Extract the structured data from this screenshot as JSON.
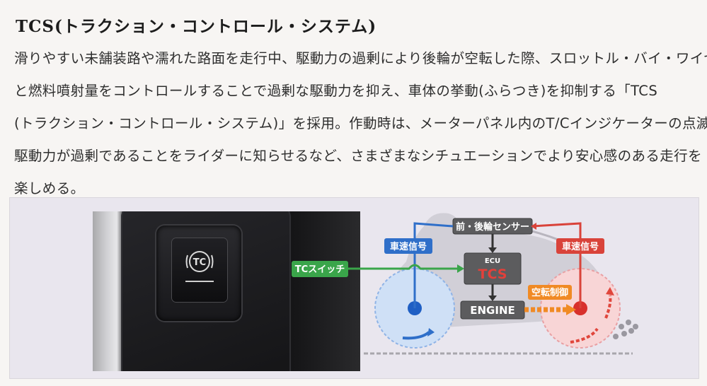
{
  "title": "TCS(トラクション・コントロール・システム)",
  "paragraph_lines": [
    "滑りやすい未舗装路や濡れた路面を走行中、駆動力の過剰により後輪が空転した際、スロットル・バイ・ワイヤ",
    "と燃料噴射量をコントロールすることで過剰な駆動力を抑え、車体の挙動(ふらつき)を抑制する「TCS",
    "(トラクション・コントロール・システム)」を採用。作動時は、メーターパネル内のT/Cインジケーターの点滅で",
    "駆動力が過剰であることをライダーに知らせるなど、さまざまなシチュエーションでより安心感のある走行を",
    "楽しめる。"
  ],
  "photo": {
    "button_label": "TC"
  },
  "diagram": {
    "sensor_label": "前・後輪センサー",
    "front_speed_label": "車速信号",
    "rear_speed_label": "車速信号",
    "switch_label": "TCスイッチ",
    "ecu_small_label": "ECU",
    "ecu_main_label": "TCS",
    "engine_label": "ENGINE",
    "spin_control_label": "空転制御",
    "colors": {
      "blue": "#2f6fc9",
      "red": "#d9433a",
      "green": "#3aa54a",
      "orange": "#f08a24",
      "box_fill": "#5c5c5e"
    }
  }
}
